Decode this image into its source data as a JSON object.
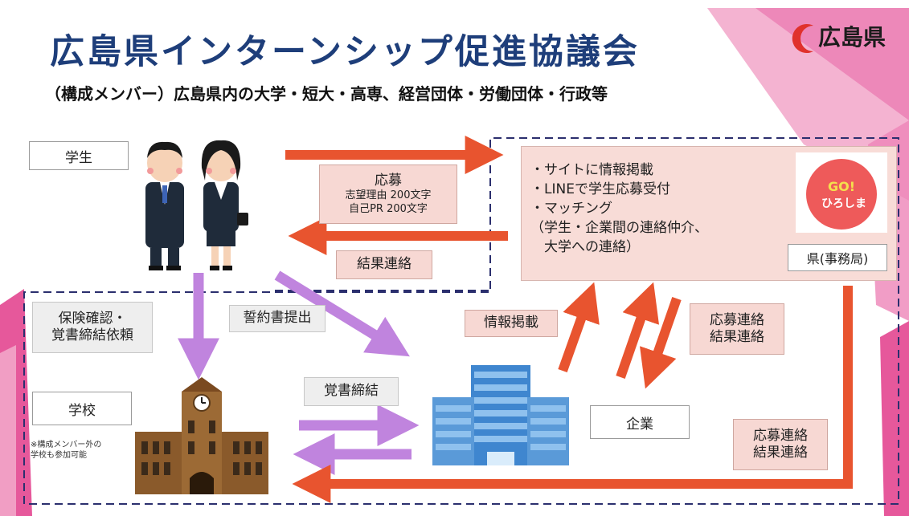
{
  "header": {
    "title": "広島県インターンシップ促進協議会",
    "subtitle": "（構成メンバー）広島県内の大学・短大・高専、経営団体・労働団体・行政等",
    "logo_text": "広島県"
  },
  "nodes": {
    "student": "学生",
    "school": "学校",
    "school_note": [
      "※構成メンバー外の",
      "学校も参加可能"
    ],
    "company": "企業",
    "prefecture": "県(事務局)"
  },
  "prefecture_box": {
    "bullets": [
      "・サイトに情報掲載",
      "・LINEで学生応募受付",
      "・マッチング",
      "（学生・企業間の連絡仲介、",
      "　大学への連絡）"
    ],
    "badge_text": "GO!ひろしま"
  },
  "flows": {
    "apply": {
      "title": "応募",
      "lines": [
        "志望理由 200文字",
        "自己PR 200文字"
      ]
    },
    "result": "結果連絡",
    "insurance": [
      "保険確認・",
      "覚書締結依頼"
    ],
    "pledge": "誓約書提出",
    "info_post": "情報掲載",
    "memorandum": "覚書締結",
    "apply_contact_1": [
      "応募連絡",
      "結果連絡"
    ],
    "apply_contact_2": [
      "応募連絡",
      "結果連絡"
    ]
  },
  "colors": {
    "title": "#1e3e7a",
    "orange_arrow": "#e8542f",
    "purple_arrow": "#c084de",
    "dashed_border": "#2b2f6e",
    "pink_accent": "#e23b8a",
    "pink_box": "#f7d8d3",
    "building_blue": "#3f86cf",
    "school_brown": "#8a5a2b"
  }
}
